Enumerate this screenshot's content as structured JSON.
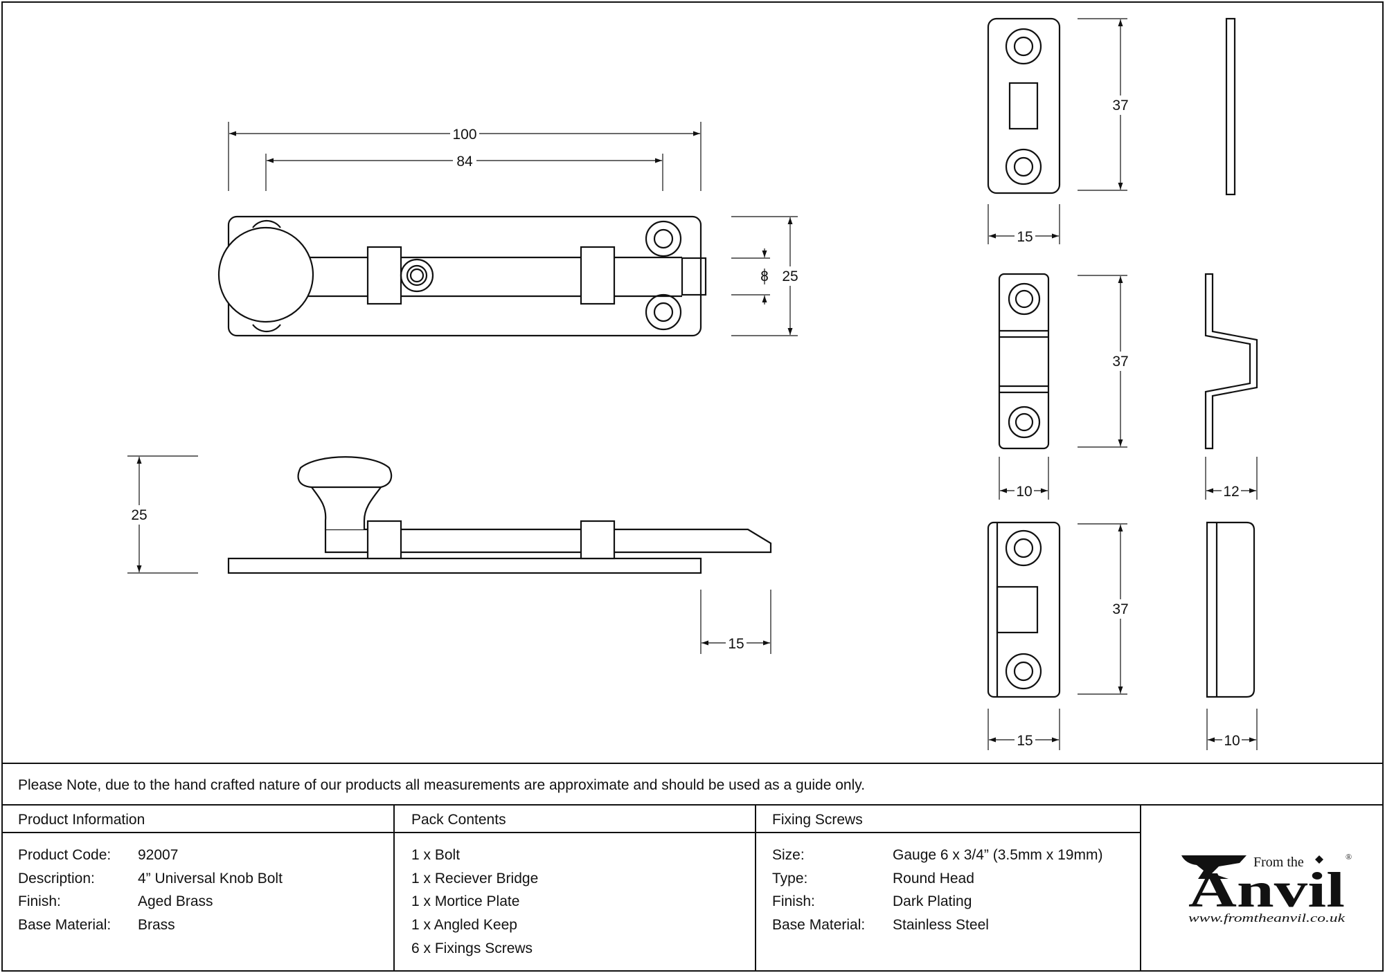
{
  "drawing": {
    "dimensions": {
      "overall_length": "100",
      "hole_spacing": "84",
      "bolt_width": "8",
      "plate_height": "25",
      "side_height": "25",
      "bolt_throw": "15",
      "keep_height_1": "37",
      "keep_width_1": "15",
      "keep_height_2": "37",
      "keep_width_2": "10",
      "keep_depth_2": "12",
      "keep_height_3": "37",
      "keep_width_3": "15",
      "keep_depth_3": "10"
    }
  },
  "note": "Please Note, due to the hand crafted nature of our products all measurements are approximate and should be used as a guide only.",
  "product_info": {
    "heading": "Product Information",
    "rows": [
      {
        "label": "Product Code:",
        "value": "92007"
      },
      {
        "label": "Description:",
        "value": "4” Universal Knob Bolt"
      },
      {
        "label": "Finish:",
        "value": "Aged Brass"
      },
      {
        "label": "Base Material:",
        "value": "Brass"
      }
    ]
  },
  "pack_contents": {
    "heading": "Pack Contents",
    "items": [
      "1 x Bolt",
      "1 x Reciever Bridge",
      "1 x Mortice Plate",
      "1 x Angled Keep",
      "6 x Fixings Screws"
    ]
  },
  "fixing_screws": {
    "heading": "Fixing Screws",
    "rows": [
      {
        "label": "Size:",
        "value": "Gauge 6 x 3/4” (3.5mm x 19mm)"
      },
      {
        "label": "Type:",
        "value": "Round Head"
      },
      {
        "label": "Finish:",
        "value": "Dark Plating"
      },
      {
        "label": "Base Material:",
        "value": "Stainless Steel"
      }
    ]
  },
  "logo": {
    "from_the": "From the",
    "anvil": "Anvil",
    "registered": "®",
    "url": "www.fromtheanvil.co.uk"
  },
  "colors": {
    "line": "#111111",
    "background": "#ffffff"
  }
}
